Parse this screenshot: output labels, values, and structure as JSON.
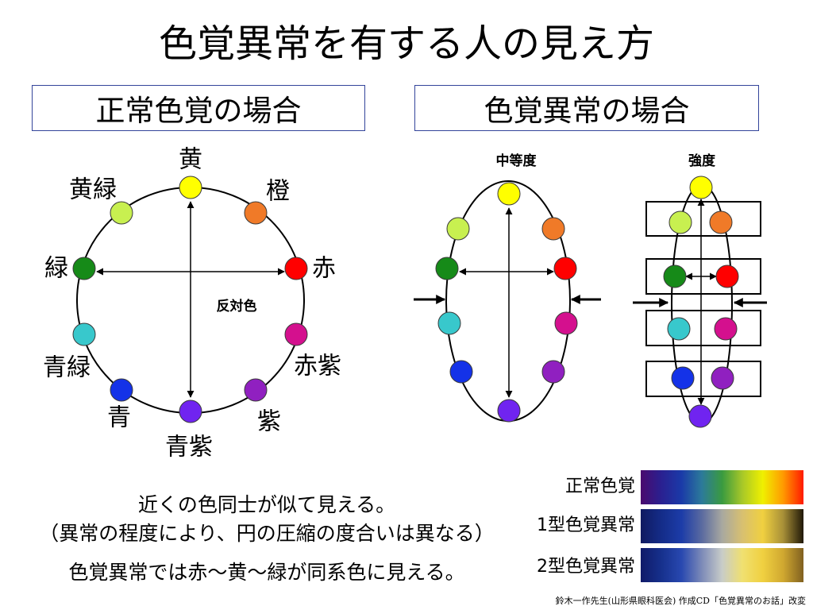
{
  "title": "色覚異常を有する人の見え方",
  "panels": {
    "normal": {
      "heading": "正常色覚の場合"
    },
    "abnormal": {
      "heading": "色覚異常の場合",
      "moderate_label": "中等度",
      "strong_label": "強度"
    }
  },
  "color_wheel": {
    "labels": {
      "yellow": "黄",
      "orange": "橙",
      "red": "赤",
      "red_purple": "赤紫",
      "purple": "紫",
      "blue_purple": "青紫",
      "blue": "青",
      "blue_green": "青緑",
      "green": "緑",
      "yellow_green": "黄緑"
    },
    "opposite_label": "反対色"
  },
  "dot_colors": {
    "yellow": "#ffff00",
    "orange": "#f07a28",
    "red": "#ff0000",
    "red_purple": "#d4108e",
    "purple": "#9020c0",
    "blue_purple": "#7024f0",
    "blue": "#1432e8",
    "blue_green": "#38c8cc",
    "green": "#168a18",
    "yellow_green": "#c8f050"
  },
  "notes": {
    "line1": "近くの色同士が似て見える。",
    "line2": "（異常の程度により、円の圧縮の度合いは異なる）",
    "line3": "色覚異常では赤～黄～緑が同系色に見える。"
  },
  "spectrum_bars": [
    {
      "label": "正常色覚",
      "gradient": [
        "#4a0a6e",
        "#2a2090",
        "#1a3aa8",
        "#2c7a9a",
        "#3a9a40",
        "#a8c828",
        "#f0f000",
        "#ff9a00",
        "#ff1a00"
      ]
    },
    {
      "label": "1型色覚異常",
      "gradient": [
        "#101a60",
        "#142c88",
        "#1c3ca8",
        "#5a6aa0",
        "#a8a8a0",
        "#d8c070",
        "#f0d040",
        "#a89038",
        "#201808"
      ]
    },
    {
      "label": "2型色覚異常",
      "gradient": [
        "#101a68",
        "#16308c",
        "#2848b0",
        "#7c8ab8",
        "#c8ccc8",
        "#f0e070",
        "#f0d040",
        "#d0a830",
        "#806020"
      ]
    }
  ],
  "credit": "鈴木一作先生(山形県眼科医会) 作成CD「色覚異常のお話」改変"
}
